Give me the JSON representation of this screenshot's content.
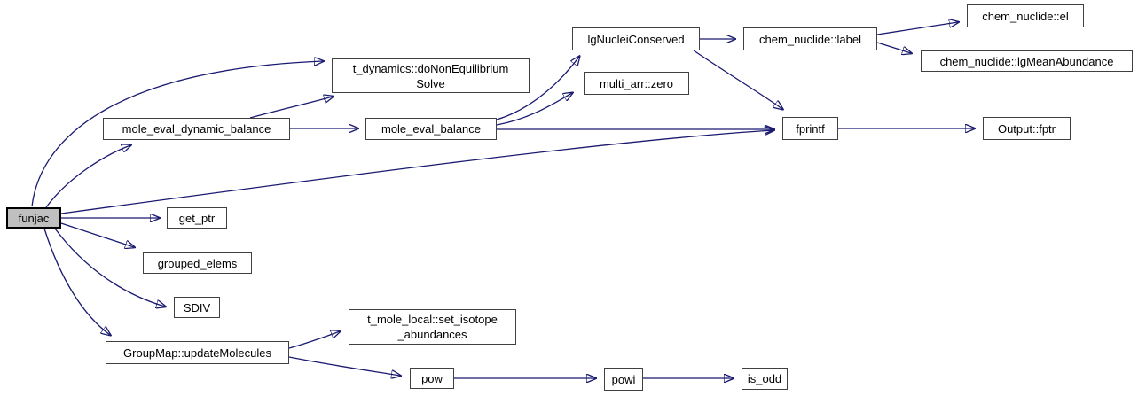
{
  "diagram": {
    "type": "call-graph",
    "root": "funjac",
    "colors": {
      "edge": "#191970",
      "node_border": "#404040",
      "node_fill": "#ffffff",
      "root_node_fill": "#bfbfbf",
      "text": "#000000",
      "background": "#ffffff"
    },
    "nodes": {
      "funjac": {
        "label": "funjac"
      },
      "do_nonequilibrium_solve": {
        "label": "t_dynamics::doNonEquilibrium\nSolve"
      },
      "mole_eval_dynamic_balance": {
        "label": "mole_eval_dynamic_balance"
      },
      "mole_eval_balance": {
        "label": "mole_eval_balance"
      },
      "lg_nuclei_conserved": {
        "label": "lgNucleiConserved"
      },
      "multi_arr_zero": {
        "label": "multi_arr::zero"
      },
      "chem_nuclide_label": {
        "label": "chem_nuclide::label"
      },
      "chem_nuclide_el": {
        "label": "chem_nuclide::el"
      },
      "chem_nuclide_lg_mean_abundance": {
        "label": "chem_nuclide::lgMeanAbundance"
      },
      "fprintf": {
        "label": "fprintf"
      },
      "output_fptr": {
        "label": "Output::fptr"
      },
      "get_ptr": {
        "label": "get_ptr"
      },
      "grouped_elems": {
        "label": "grouped_elems"
      },
      "sdiv": {
        "label": "SDIV"
      },
      "groupmap_update_molecules": {
        "label": "GroupMap::updateMolecules"
      },
      "set_isotope_abundances": {
        "label": "t_mole_local::set_isotope\n_abundances"
      },
      "pow": {
        "label": "pow"
      },
      "powi": {
        "label": "powi"
      },
      "is_odd": {
        "label": "is_odd"
      }
    },
    "edges": [
      {
        "from": "funjac",
        "to": "t_dynamics::doNonEquilibriumSolve"
      },
      {
        "from": "funjac",
        "to": "mole_eval_dynamic_balance"
      },
      {
        "from": "funjac",
        "to": "fprintf"
      },
      {
        "from": "funjac",
        "to": "get_ptr"
      },
      {
        "from": "funjac",
        "to": "grouped_elems"
      },
      {
        "from": "funjac",
        "to": "SDIV"
      },
      {
        "from": "funjac",
        "to": "GroupMap::updateMolecules"
      },
      {
        "from": "mole_eval_dynamic_balance",
        "to": "t_dynamics::doNonEquilibriumSolve"
      },
      {
        "from": "mole_eval_dynamic_balance",
        "to": "mole_eval_balance"
      },
      {
        "from": "mole_eval_balance",
        "to": "lgNucleiConserved"
      },
      {
        "from": "mole_eval_balance",
        "to": "multi_arr::zero"
      },
      {
        "from": "mole_eval_balance",
        "to": "fprintf"
      },
      {
        "from": "lgNucleiConserved",
        "to": "chem_nuclide::label"
      },
      {
        "from": "lgNucleiConserved",
        "to": "fprintf"
      },
      {
        "from": "chem_nuclide::label",
        "to": "chem_nuclide::el"
      },
      {
        "from": "chem_nuclide::label",
        "to": "chem_nuclide::lgMeanAbundance"
      },
      {
        "from": "fprintf",
        "to": "Output::fptr"
      },
      {
        "from": "GroupMap::updateMolecules",
        "to": "t_mole_local::set_isotope_abundances"
      },
      {
        "from": "GroupMap::updateMolecules",
        "to": "pow"
      },
      {
        "from": "pow",
        "to": "powi"
      },
      {
        "from": "powi",
        "to": "is_odd"
      }
    ]
  }
}
